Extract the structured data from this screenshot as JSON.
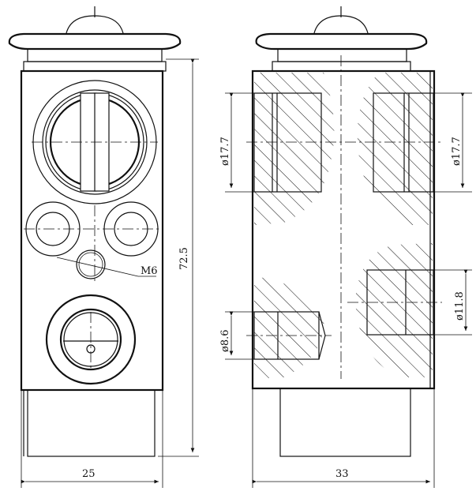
{
  "views": {
    "front": {
      "height_dim": "72.5",
      "width_dim": "25",
      "thread_label": "M6"
    },
    "section": {
      "width_dim": "33",
      "port_left_upper": "ø17.7",
      "port_right_upper": "ø17.7",
      "port_right_lower": "ø11.8",
      "port_left_lower": "ø8.6"
    }
  }
}
